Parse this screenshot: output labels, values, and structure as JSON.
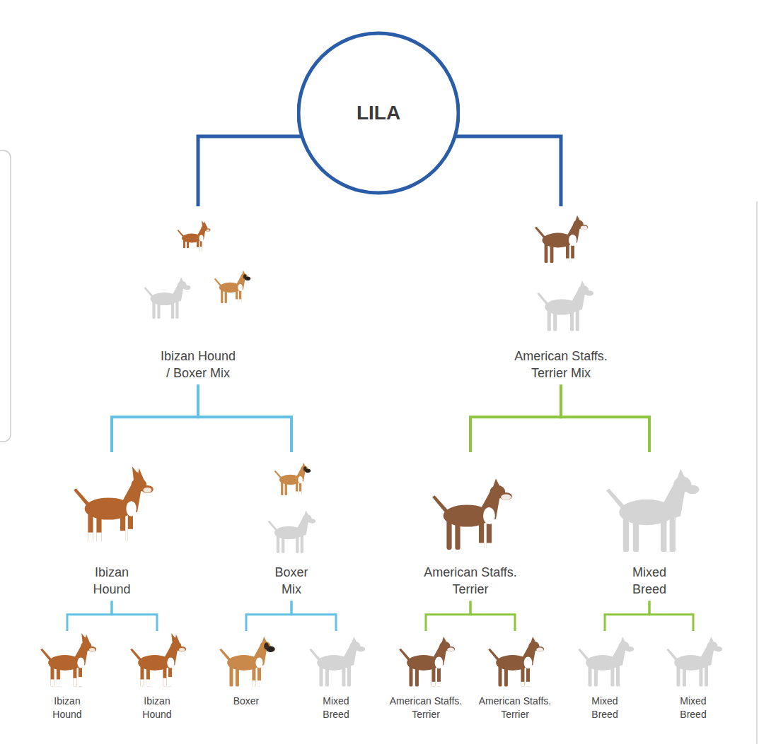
{
  "diagram": {
    "nodes": [
      {
        "text": [
          "LILA"
        ]
      },
      {
        "text": [
          "Ibizan Hound / Boxer Mix"
        ]
      },
      {
        "text": [
          "American Staffs. Terrier Mix"
        ]
      },
      {
        "text": [
          "Ibizan Hound"
        ]
      },
      {
        "text": [
          "Boxer Mix"
        ]
      },
      {
        "text": [
          "American Staffs. Terrier"
        ]
      },
      {
        "text": [
          "Mixed Breed"
        ]
      },
      {
        "text": [
          "Ibizan Hound"
        ]
      },
      {
        "text": [
          "Ibizan Hound"
        ]
      },
      {
        "text": [
          "Boxer"
        ]
      },
      {
        "text": [
          "Mixed Breed"
        ]
      },
      {
        "text": [
          "American Staffs. Terrier"
        ]
      },
      {
        "text": [
          "American Staffs. Terrier"
        ]
      },
      {
        "text": [
          "Mixed Breed"
        ]
      },
      {
        "text": [
          "Mixed Breed"
        ]
      }
    ],
    "edges": [
      {
        "from": 0,
        "to": 1,
        "arrow": "none"
      },
      {
        "from": 0,
        "to": 2,
        "arrow": "none"
      },
      {
        "from": 1,
        "to": 3,
        "arrow": "none"
      },
      {
        "from": 1,
        "to": 4,
        "arrow": "none"
      },
      {
        "from": 2,
        "to": 5,
        "arrow": "none"
      },
      {
        "from": 2,
        "to": 6,
        "arrow": "none"
      },
      {
        "from": 3,
        "to": 7,
        "arrow": "none"
      },
      {
        "from": 3,
        "to": 8,
        "arrow": "none"
      },
      {
        "from": 4,
        "to": 9,
        "arrow": "none"
      },
      {
        "from": 4,
        "to": 10,
        "arrow": "none"
      },
      {
        "from": 5,
        "to": 11,
        "arrow": "none"
      },
      {
        "from": 5,
        "to": 12,
        "arrow": "none"
      },
      {
        "from": 6,
        "to": 13,
        "arrow": "none"
      },
      {
        "from": 6,
        "to": 14,
        "arrow": "none"
      }
    ]
  }
}
